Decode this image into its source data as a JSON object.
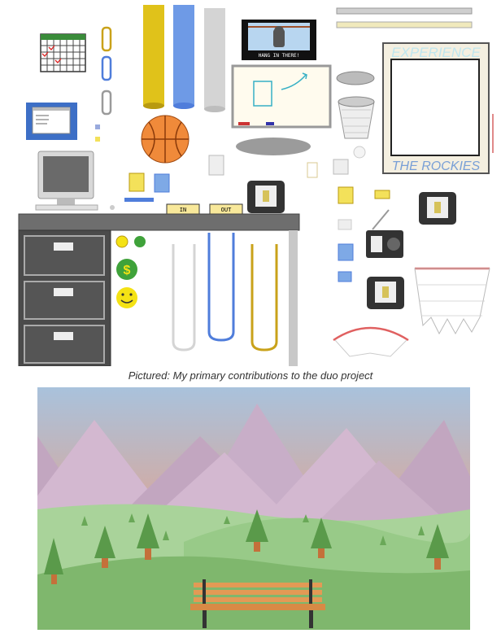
{
  "caption": "Pictured: My primary contributions to the duo project",
  "sprites": {
    "cat_poster_text": "HANG IN THERE!",
    "rockies_poster_top": "EXPERIENCE",
    "rockies_poster_bottom": "THE ROCKIES",
    "tray_in_label": "IN",
    "tray_out_label": "OUT",
    "coin_symbol": "$",
    "colors": {
      "desk": "#6e6e6e",
      "cabinet": "#4b4b4b",
      "tube_yellow": "#e0c21a",
      "tube_blue": "#6e9ae6",
      "tube_gray": "#d4d4d4",
      "basketball": "#f08a3a",
      "money_green": "#3fa23a",
      "smiley": "#f4e214"
    }
  },
  "scene": {
    "colors": {
      "sky_top": "#a9c2dc",
      "sky_bottom": "#d9a79a",
      "mountain": "#d3b8d0",
      "mountain_dark": "#c2a6c0",
      "hill_far": "#a9d39a",
      "hill_near": "#7fb76d",
      "tree": "#5a9a4a",
      "trunk": "#c4703a",
      "bench": "#e39a55"
    }
  }
}
